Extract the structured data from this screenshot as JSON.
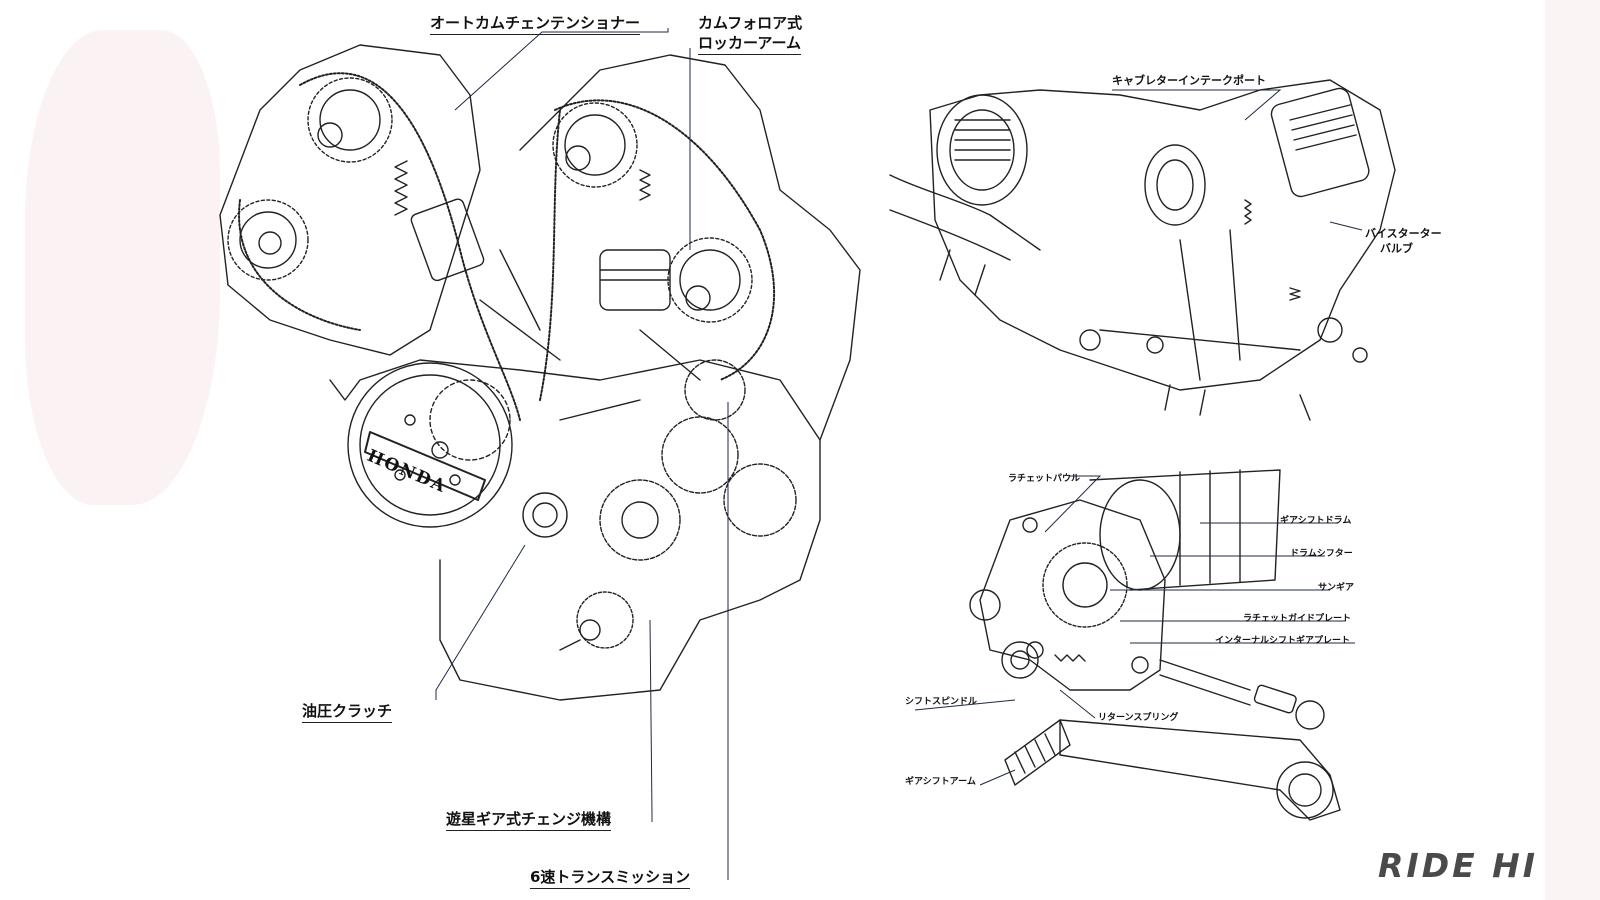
{
  "engine_labels": {
    "auto_cam_tensioner": "オートカムチェンテンショナー",
    "cam_follower_line1": "カムフォロア式",
    "cam_follower_line2": "ロッカーアーム",
    "hydraulic_clutch": "油圧クラッチ",
    "planetary_gear_change": "遊星ギア式チェンジ機構",
    "six_speed_transmission": "6速トランスミッション",
    "logo_text": "HONDA"
  },
  "carb_labels": {
    "carb_intake_port": "キャブレターインテークポート",
    "bystarter_line1": "バイスターター",
    "bystarter_line2": "バルブ"
  },
  "shift_labels": {
    "ratchet_pawl": "ラチェットパウル",
    "gear_shift_drum": "ギアシフトドラム",
    "drum_shifter": "ドラムシフター",
    "sun_gear": "サンギア",
    "ratchet_guide_plate": "ラチェットガイドプレート",
    "internal_shift_gear_plate": "インターナルシフトギアプレート",
    "shift_spindle": "シフトスピンドル",
    "return_spring": "リターンスプリング",
    "gear_shift_arm": "ギアシフトアーム"
  },
  "brand": {
    "watermark": "RIDE HI"
  }
}
